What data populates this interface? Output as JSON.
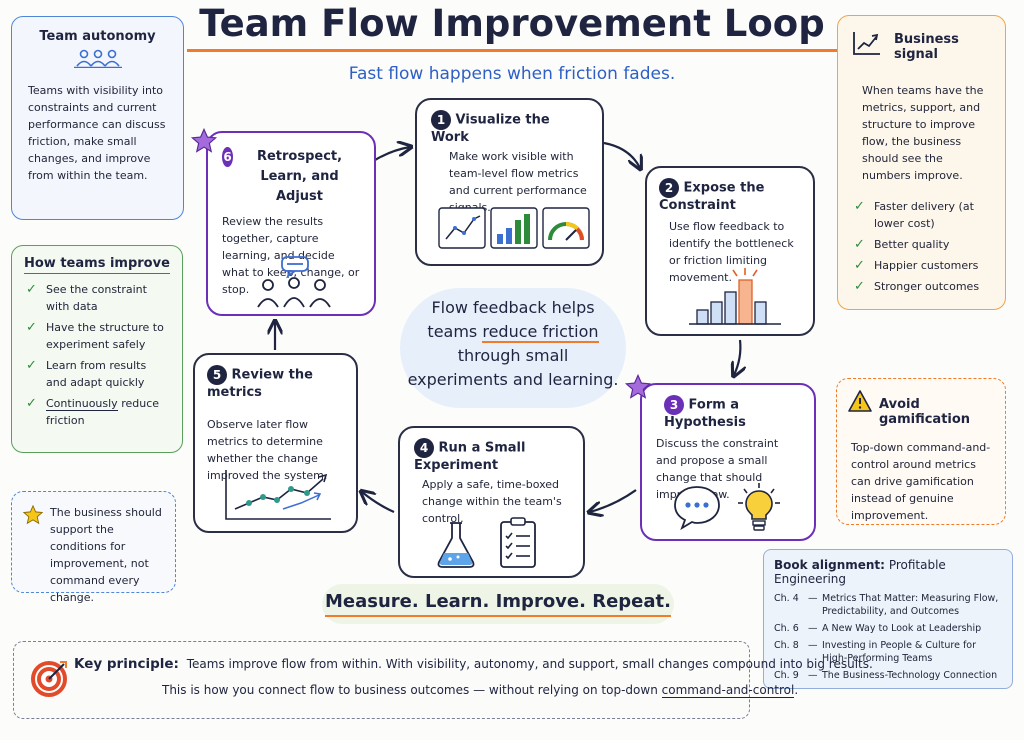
{
  "title": "Team Flow Improvement Loop",
  "subtitle": "Fast flow happens when friction fades.",
  "team_autonomy": {
    "heading": "Team autonomy",
    "body": "Teams with visibility into constraints and current performance can discuss friction, make small changes, and improve from within the team."
  },
  "how_teams_improve": {
    "heading": "How teams improve",
    "items": [
      "See the constraint with data",
      "Have the structure to experiment safely",
      "Learn from results and adapt quickly"
    ],
    "last_item_underlined": "Continuously",
    "last_item_rest": " reduce friction"
  },
  "business_support": "The business should support the conditions for improvement, not command every change.",
  "business_signal": {
    "heading": "Business signal",
    "body": "When teams have the metrics, support, and structure to improve flow, the business should see the numbers improve.",
    "items": [
      "Faster delivery (at lower cost)",
      "Better quality",
      "Happier customers",
      "Stronger outcomes"
    ]
  },
  "avoid_gamification": {
    "heading": "Avoid gamification",
    "body": "Top-down command-and-control around metrics can drive gamification instead of genuine improvement."
  },
  "steps": [
    {
      "num": "1",
      "title": "Visualize the Work",
      "body": "Make work visible with team-level flow metrics and current performance signals."
    },
    {
      "num": "2",
      "title": "Expose the Constraint",
      "body": "Use flow feedback to identify the bottleneck or friction limiting movement."
    },
    {
      "num": "3",
      "title": "Form a Hypothesis",
      "body": "Discuss the constraint and propose a small change that should improve flow."
    },
    {
      "num": "4",
      "title": "Run a Small Experiment",
      "body": "Apply a safe, time-boxed change within the team's control."
    },
    {
      "num": "5",
      "title": "Review the metrics",
      "body": "Observe later flow metrics to determine whether the change improved the system."
    },
    {
      "num": "6",
      "title": "Retrospect, Learn, and Adjust",
      "body": "Review the results together, capture learning, and decide what to keep, change, or stop."
    }
  ],
  "center": {
    "line1": "Flow feedback helps",
    "line2_pre": "teams ",
    "line2_u": "reduce friction",
    "line3": "through small",
    "line4": "experiments and learning."
  },
  "tagline": "Measure. Learn. Improve. Repeat.",
  "book": {
    "label": "Book alignment:",
    "name": "Profitable Engineering",
    "chapters": [
      {
        "ch": "Ch. 4",
        "title": "Metrics That Matter: Measuring Flow, Predictability, and Outcomes"
      },
      {
        "ch": "Ch. 6",
        "title": "A New Way to Look at Leadership"
      },
      {
        "ch": "Ch. 8",
        "title": "Investing in People & Culture for High-Performing Teams"
      },
      {
        "ch": "Ch. 9",
        "title": "The Business-Technology Connection"
      }
    ]
  },
  "key_principle": {
    "label": "Key principle:",
    "line1": "Teams improve flow from within. With visibility, autonomy, and support, small changes compound into big results.",
    "line2_pre": "This is how you connect flow to business outcomes — without relying on top-down ",
    "line2_u": "command-and-control",
    "line2_post": "."
  },
  "colors": {
    "navy": "#1f2440",
    "purple": "#6b2fb8",
    "orange": "#f07b2b",
    "blue": "#3b6fd1",
    "green": "#2e8b3a"
  }
}
